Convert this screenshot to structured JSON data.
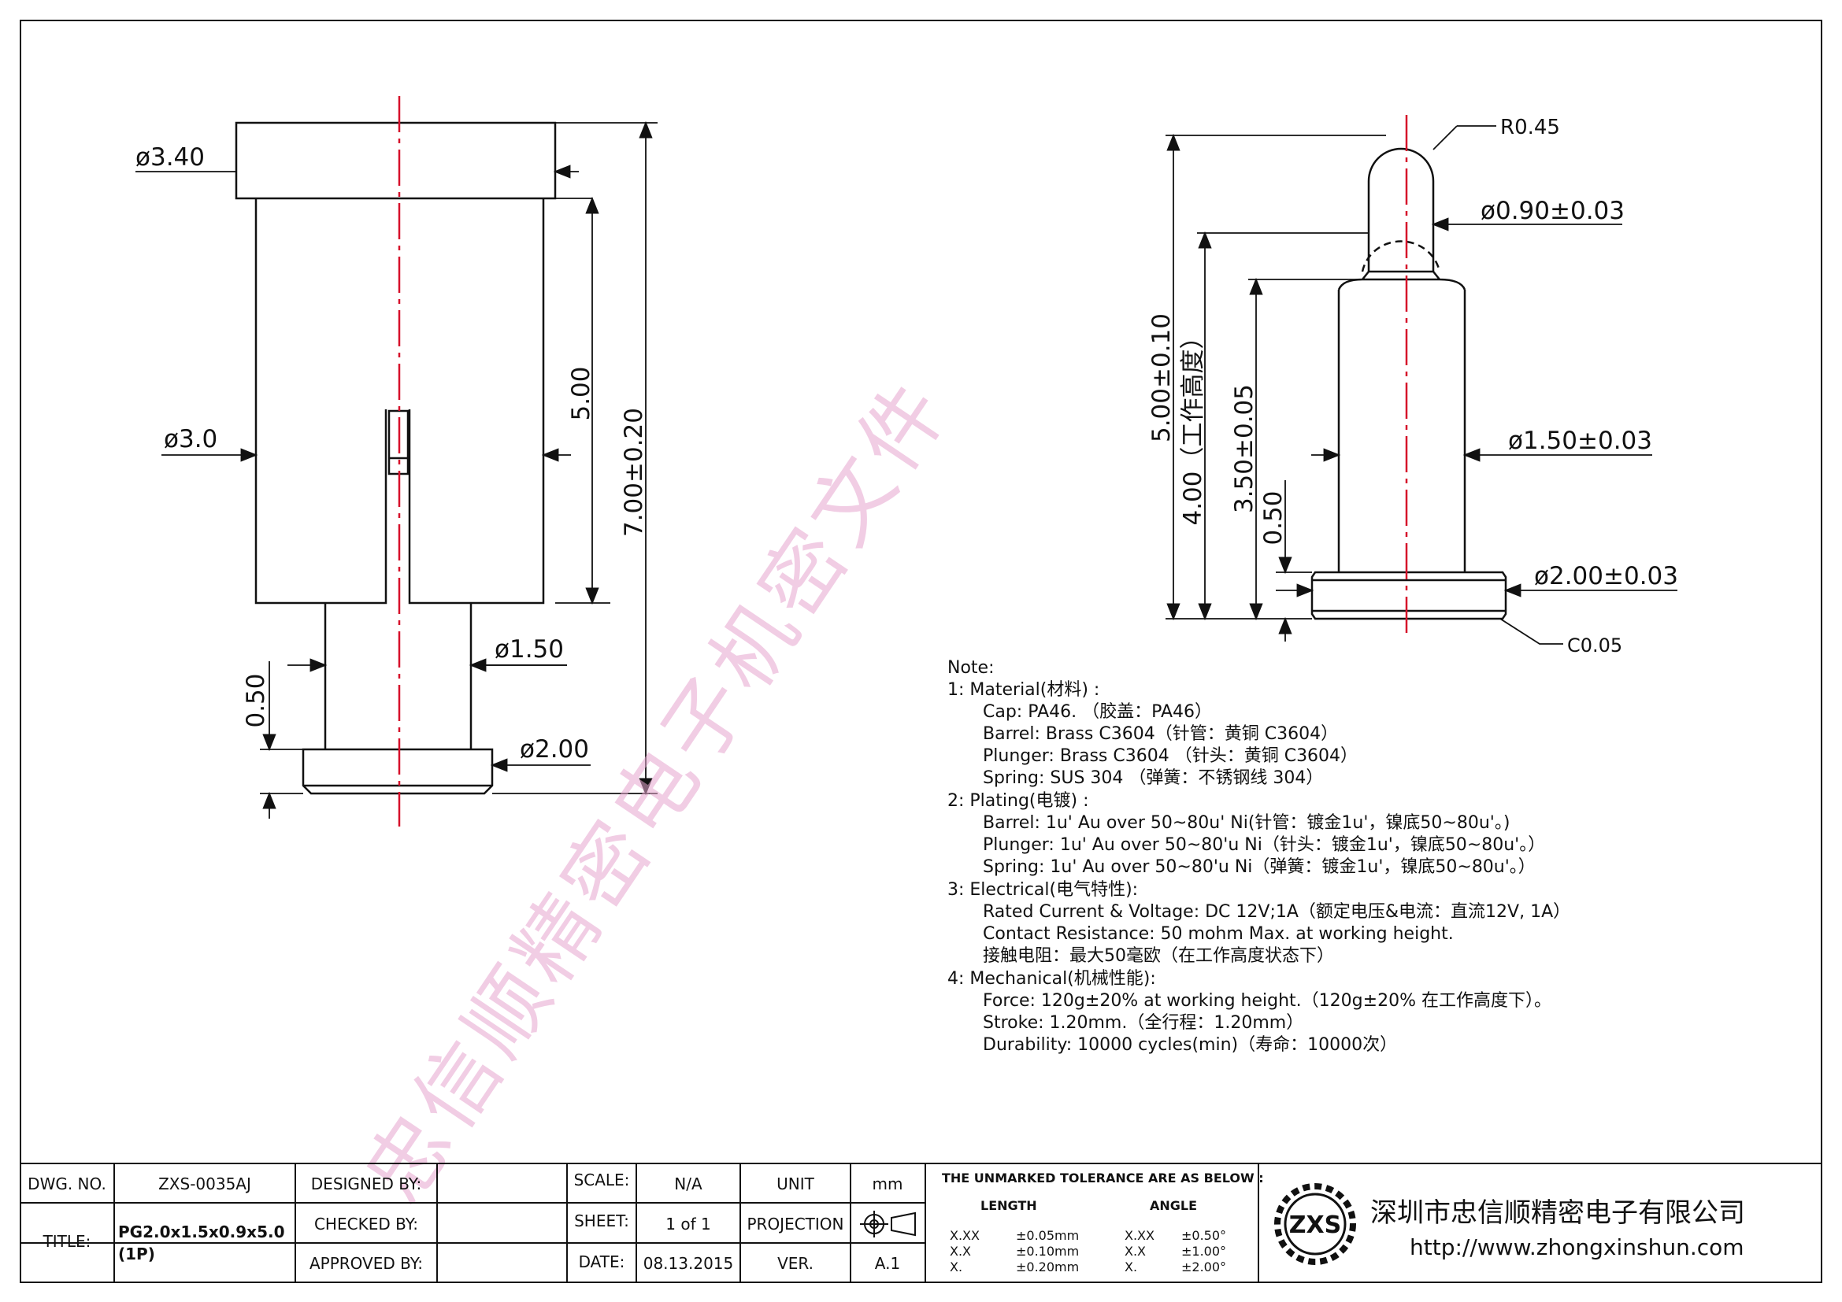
{
  "left_view": {
    "dims": [
      "ø3.40",
      "ø3.0",
      "5.00",
      "7.00±0.20",
      "ø1.50",
      "0.50",
      "ø2.00"
    ]
  },
  "right_view": {
    "dims": [
      "R0.45",
      "ø0.90±0.03",
      "ø1.50±0.03",
      "ø2.00±0.03",
      "C0.05",
      "5.00±0.10",
      "4.00（工作高度）",
      "3.50±0.05",
      "0.50"
    ]
  },
  "notes": {
    "heading": "Note:",
    "lines": [
      "1: Material(材料) :",
      "Cap: PA46. （胶盖：PA46）",
      "Barrel: Brass C3604（针管：黄铜 C3604）",
      "Plunger: Brass C3604 （针头：黄铜 C3604）",
      "Spring: SUS 304 （弹簧：不锈钢线 304）",
      "2: Plating(电镀) :",
      "Barrel: 1u' Au over 50~80u' Ni(针管：镀金1u'，镍底50~80u'。)",
      "Plunger: 1u' Au over 50~80'u Ni（针头：镀金1u'，镍底50~80u'。）",
      "Spring: 1u' Au over 50~80'u Ni（弹簧：镀金1u'，镍底50~80u'。）",
      "3: Electrical(电气特性):",
      "Rated Current & Voltage: DC 12V;1A（额定电压&电流：直流12V, 1A）",
      "Contact Resistance: 50 mohm Max. at working height.",
      "接触电阻：最大50毫欧（在工作高度状态下）",
      "4: Mechanical(机械性能):",
      "Force: 120g±20% at working height.（120g±20% 在工作高度下）。",
      "Stroke: 1.20mm.（全行程：1.20mm）",
      "Durability: 10000 cycles(min)（寿命：10000次）"
    ]
  },
  "watermark": "忠信顺精密电子机密文件",
  "title_block": {
    "dwg_no_label": "DWG. NO.",
    "dwg_no": "ZXS-0035AJ",
    "title_label": "TITLE:",
    "title_line1": "PG2.0x1.5x0.9x5.0",
    "title_line2": "(1P)",
    "designed_by": "DESIGNED BY:",
    "checked_by": "CHECKED BY:",
    "approved_by": "APPROVED BY:",
    "scale_label": "SCALE:",
    "scale": "N/A",
    "unit_label": "UNIT",
    "unit": "mm",
    "sheet_label": "SHEET:",
    "sheet": "1 of 1",
    "projection_label": "PROJECTION",
    "date_label": "DATE:",
    "date": "08.13.2015",
    "ver_label": "VER.",
    "ver": "A.1",
    "tolerance_title": "THE UNMARKED TOLERANCE ARE AS BELOW :",
    "length_label": "LENGTH",
    "angle_label": "ANGLE",
    "length_rows": [
      [
        "X.XX",
        "±0.05mm"
      ],
      [
        "X.X",
        "±0.10mm"
      ],
      [
        "X.",
        "±0.20mm"
      ]
    ],
    "angle_rows": [
      [
        "X.XX",
        "±0.50°"
      ],
      [
        "X.X",
        "±1.00°"
      ],
      [
        "X.",
        "±2.00°"
      ]
    ],
    "logo": "ZXS",
    "company": "深圳市忠信顺精密电子有限公司",
    "website": "http://www.zhongxinshun.com"
  }
}
